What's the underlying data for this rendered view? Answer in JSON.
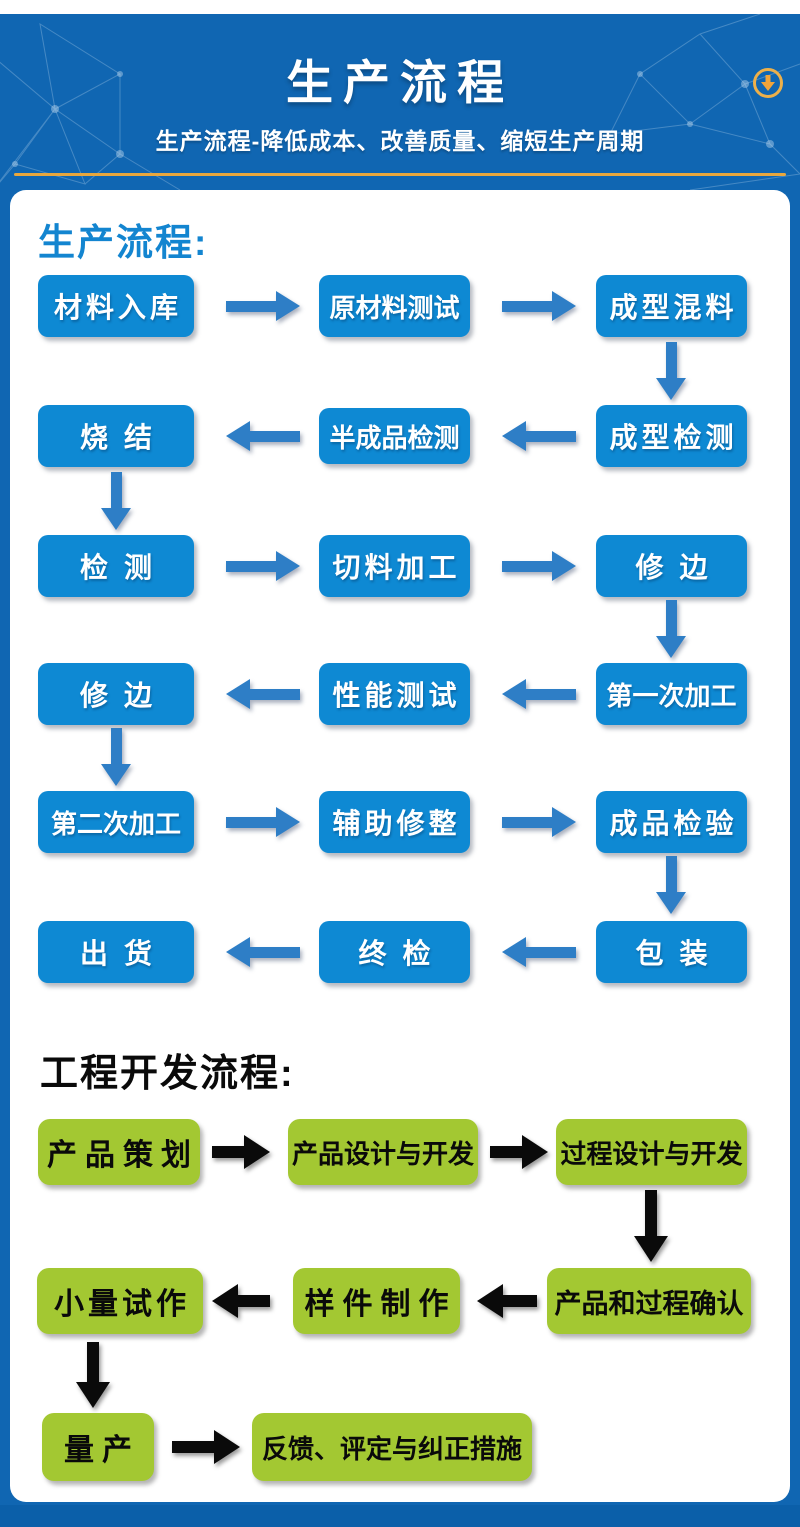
{
  "header": {
    "title": "生产流程",
    "subtitle": "生产流程-降低成本、改善质量、缩短生产周期"
  },
  "production_flow": {
    "heading": "生产流程:",
    "rows": [
      [
        "材料入库",
        "原材料测试",
        "成型混料"
      ],
      [
        "烧结",
        "半成品检测",
        "成型检测"
      ],
      [
        "检测",
        "切料加工",
        "修边"
      ],
      [
        "修边",
        "性能测试",
        "第一次加工"
      ],
      [
        "第二次加工",
        "辅助修整",
        "成品检验"
      ],
      [
        "出货",
        "终检",
        "包装"
      ]
    ]
  },
  "engineering_flow": {
    "heading": "工程开发流程:",
    "rows": [
      [
        "产品策划",
        "产品设计与开发",
        "过程设计与开发"
      ],
      [
        "小量试作",
        "样件制作",
        "产品和过程确认"
      ],
      [
        "量产",
        "反馈、评定与纠正措施"
      ]
    ]
  },
  "icons": {
    "scroll_down": "circle-arrow-down"
  },
  "colors": {
    "background_blue": "#1066b2",
    "footer_blue": "#0b5fa9",
    "box_blue": "#0e89d3",
    "arrow_blue": "#2e7ec6",
    "box_green": "#a3c832",
    "accent_gold": "#e8a73e",
    "heading_blue": "#1385d0"
  }
}
